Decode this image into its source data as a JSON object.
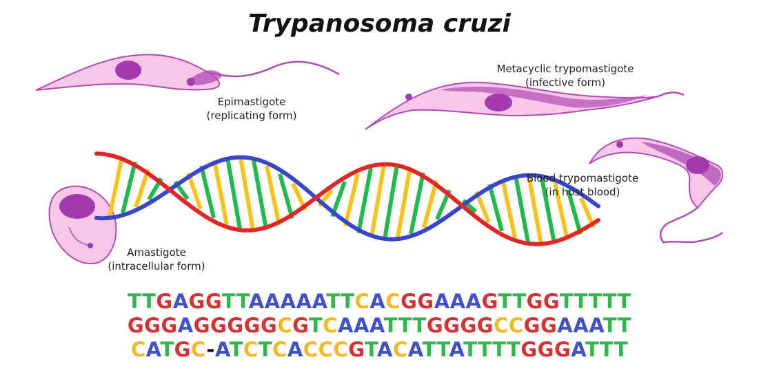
{
  "title": "Trypanosoma cruzi",
  "stages": {
    "epimastigote": {
      "name": "Epimastigote",
      "note": "(replicating form)"
    },
    "metacyclic": {
      "name": "Metacyclic trypomastigote",
      "note": "(infective form)"
    },
    "blood": {
      "name": "Blood trypomastigote",
      "note": "(in host blood)"
    },
    "amastigote": {
      "name": "Amastigote",
      "note": "(intracellular form)"
    }
  },
  "sequence": {
    "lines": [
      "TTGAGGTTAAAAATTCACGGAAAGTTGGTTTTT",
      "GGGAGGGGGCGTCAAATTTGGGGCCGGAAATT",
      "CATGC-ATCTCACCCGTACATTATTTTGGGATTT"
    ],
    "base_colors": {
      "A": "#3f51c4",
      "T": "#2fb84a",
      "G": "#d63232",
      "C": "#f5b820",
      "-": "#111111"
    }
  },
  "colors": {
    "strand_red": "#e02626",
    "strand_blue": "#3a46c8",
    "rung_yellow": "#f7c21c",
    "rung_green": "#1fba4c",
    "cell_fill": "#f8c6e6",
    "cell_outline": "#b04bb4",
    "nucleus": "#a23bb0"
  }
}
